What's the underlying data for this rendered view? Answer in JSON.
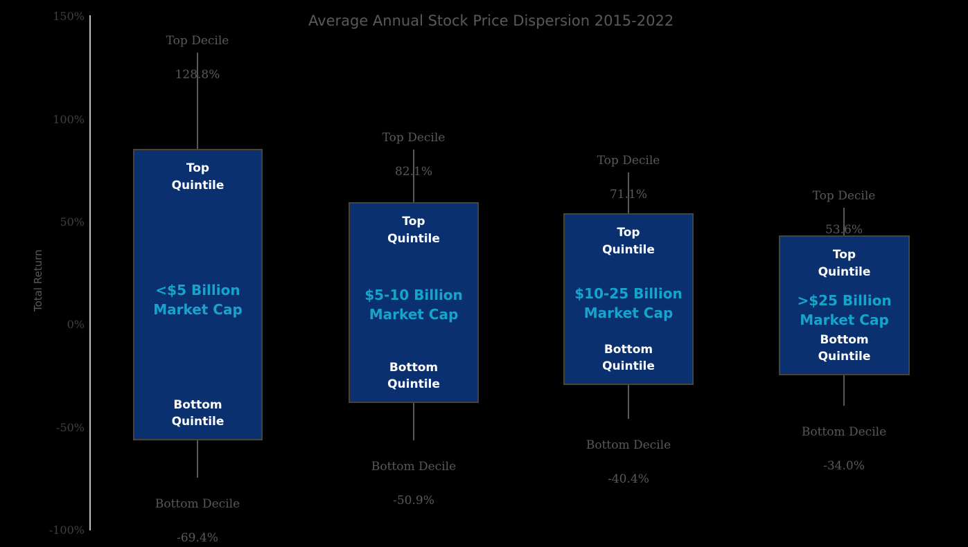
{
  "chart_data": {
    "type": "box",
    "title": "Average Annual Stock Price Dispersion 2015-2022",
    "xlabel": "",
    "ylabel": "Total Return",
    "ylim": [
      -100,
      150
    ],
    "grid": false,
    "legend": "none",
    "y_ticks": [
      {
        "label": "150%",
        "value": 150
      },
      {
        "label": "100%",
        "value": 100
      },
      {
        "label": "50%",
        "value": 50
      },
      {
        "label": "0%",
        "value": 0
      },
      {
        "label": "-50%",
        "value": -50
      },
      {
        "label": "-100%",
        "value": -100
      }
    ],
    "categories": [
      "<$5 Billion Market Cap",
      "$5-10 Billion Market Cap",
      "$10-25 Billion Market Cap",
      ">$25 Billion Market Cap"
    ],
    "series": [
      {
        "name": "Top Decile",
        "values": [
          128.8,
          82.1,
          71.1,
          53.6
        ]
      },
      {
        "name": "Top Quintile",
        "values": [
          85.0,
          59.0,
          53.6,
          42.8
        ]
      },
      {
        "name": "Bottom Quintile",
        "values": [
          -56.5,
          -38.3,
          -29.6,
          -25.0
        ]
      },
      {
        "name": "Bottom Decile",
        "values": [
          -69.4,
          -50.9,
          -40.4,
          -34.0
        ]
      }
    ],
    "groups": [
      {
        "cap_label": "<$5 Billion\nMarket Cap",
        "top_decile_label": "Top Decile",
        "top_decile_value": "128.8%",
        "top_quintile_label": "Top\nQuintile",
        "bottom_quintile_label": "Bottom\nQuintile",
        "bottom_decile_label": "Bottom Decile",
        "bottom_decile_value": "-69.4%"
      },
      {
        "cap_label": "$5-10 Billion\nMarket Cap",
        "top_decile_label": "Top Decile",
        "top_decile_value": "82.1%",
        "top_quintile_label": "Top\nQuintile",
        "bottom_quintile_label": "Bottom\nQuintile",
        "bottom_decile_label": "Bottom Decile",
        "bottom_decile_value": "-50.9%"
      },
      {
        "cap_label": "$10-25 Billion\nMarket Cap",
        "top_decile_label": "Top Decile",
        "top_decile_value": "71.1%",
        "top_quintile_label": "Top\nQuintile",
        "bottom_quintile_label": "Bottom\nQuintile",
        "bottom_decile_label": "Bottom Decile",
        "bottom_decile_value": "-40.4%"
      },
      {
        "cap_label": ">$25 Billion\nMarket Cap",
        "top_decile_label": "Top Decile",
        "top_decile_value": "53.6%",
        "top_quintile_label": "Top\nQuintile",
        "bottom_quintile_label": "Bottom\nQuintile",
        "bottom_decile_label": "Bottom Decile",
        "bottom_decile_value": "-34.0%"
      }
    ]
  },
  "colors": {
    "background": "#000000",
    "box_fill": "#0A3070",
    "box_border": "#4a4336",
    "cap_text": "#17A4CC",
    "quintile_text": "#FFFFFF",
    "axis_text": "#404040",
    "title_text": "#595959",
    "whisker": "#595959",
    "axis_line": "#BFBFBF"
  }
}
